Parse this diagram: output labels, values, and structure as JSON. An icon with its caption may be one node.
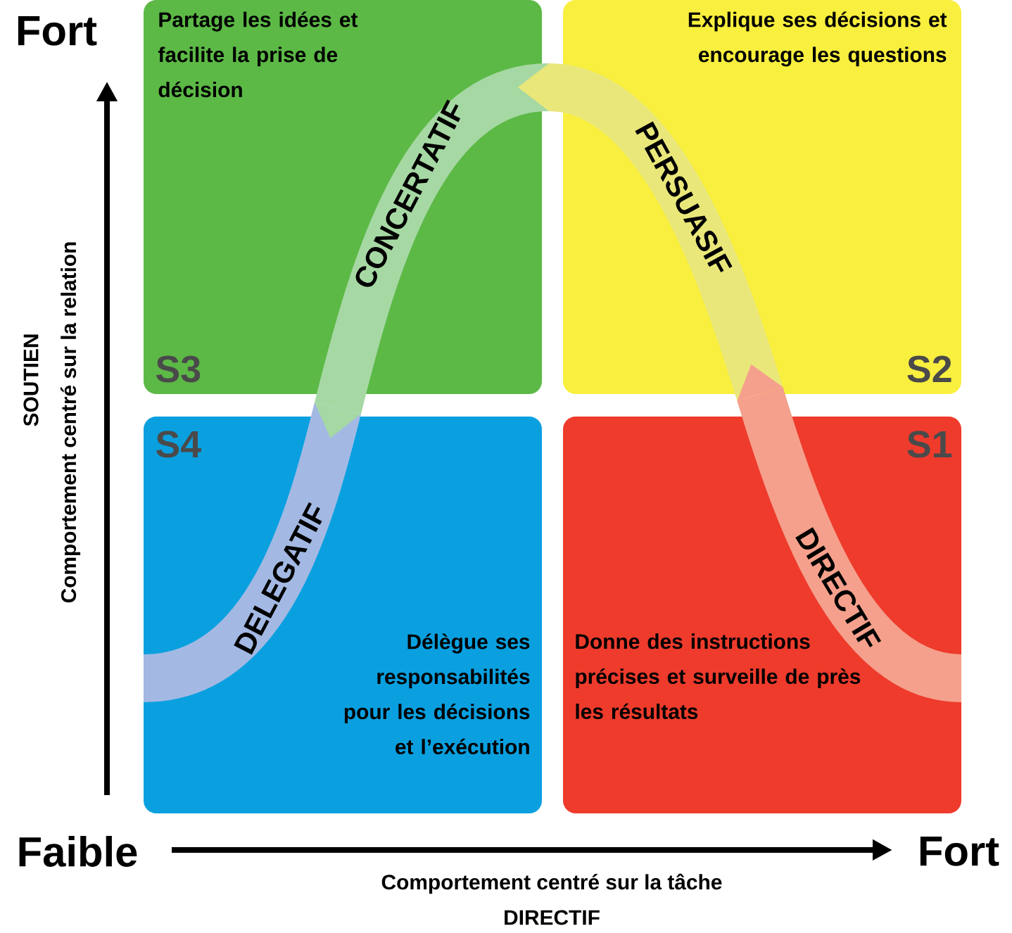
{
  "diagram": {
    "nodes": [
      {
        "text": [
          "Partage les idées et facilite la prise de décision",
          "S3"
        ]
      },
      {
        "text": [
          "Explique ses décisions et encourage les questions",
          "S2"
        ]
      },
      {
        "text": [
          "Délègue ses responsabilités pour les décisions et l’exécution",
          "S4"
        ]
      },
      {
        "text": [
          "Donne des instructions précises et surveille de près les résultats",
          "S1"
        ]
      }
    ],
    "labels": [
      "Fort",
      "SOUTIEN",
      "Comportement centré sur la relation",
      "CONCERTATIF",
      "PERSUASIF",
      "DELEGATIF",
      "DIRECTIF",
      "Faible",
      "Fort",
      "Comportement centré sur la tâche",
      "DIRECTIF"
    ]
  }
}
